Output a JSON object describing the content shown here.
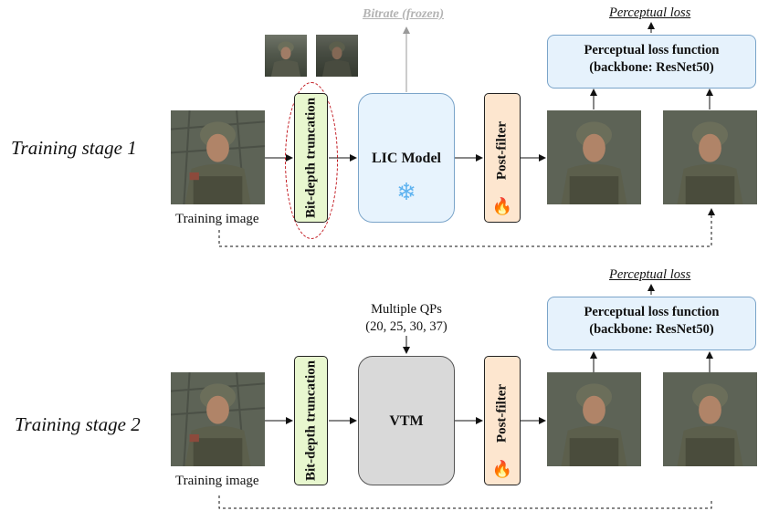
{
  "stage1": {
    "label": "Training stage 1",
    "input_caption": "Training image",
    "truncation_label": "Bit-depth truncation",
    "codec_label": "LIC Model",
    "codec_icon": "snowflake-icon",
    "bitrate_label": "Bitrate (frozen)",
    "postfilter_label": "Post-filter",
    "postfilter_icon": "fire-icon",
    "loss_fn_line1": "Perceptual loss function",
    "loss_fn_line2": "(backbone: ResNet50)",
    "loss_label": "Perceptual loss"
  },
  "stage2": {
    "label": "Training stage 2",
    "input_caption": "Training image",
    "truncation_label": "Bit-depth truncation",
    "codec_label": "VTM",
    "qp_line1": "Multiple QPs",
    "qp_line2": "(20, 25, 30, 37)",
    "postfilter_label": "Post-filter",
    "postfilter_icon": "fire-icon",
    "loss_fn_line1": "Perceptual loss function",
    "loss_fn_line2": "(backbone: ResNet50)",
    "loss_label": "Perceptual loss"
  },
  "colors": {
    "truncation_fill": "#e8f7cf",
    "postfilter_fill": "#fde6cf",
    "lic_fill": "#e7f3fd",
    "vtm_fill": "#d9d9d9",
    "loss_fn_fill": "#e6f2fc",
    "ellipse_stroke": "#c0141b"
  }
}
